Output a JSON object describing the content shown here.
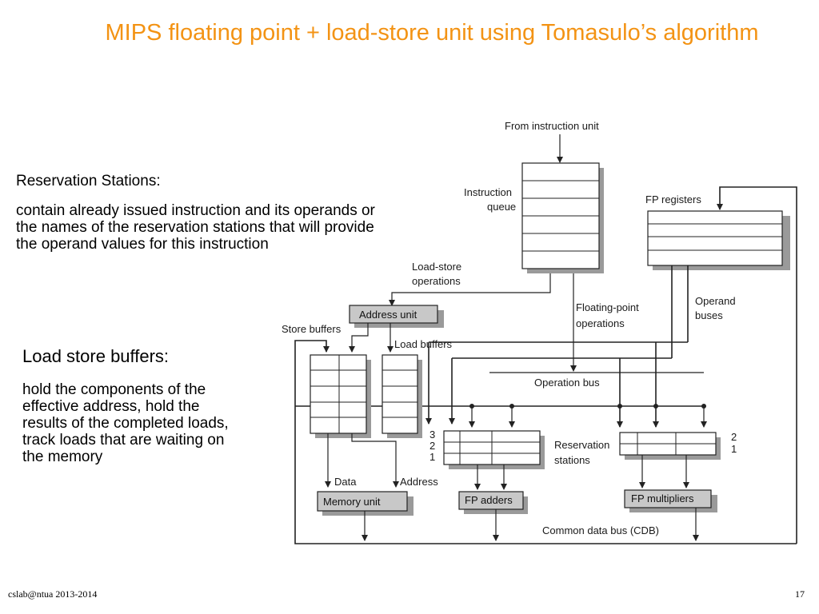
{
  "title": "MIPS floating point + load-store unit using Tomasulo’s algorithm",
  "reservation_stations": {
    "heading": "Reservation Stations:",
    "body": "contain already issued instruction and its operands or the names of the reservation stations that will provide the operand values for this instruction"
  },
  "load_store_buffers": {
    "heading": "Load store buffers:",
    "body": " hold the components of the effective address, hold the results of the completed loads, track loads that are waiting on the memory"
  },
  "diagram": {
    "from_instruction_unit": "From instruction unit",
    "instruction_queue_1": "Instruction",
    "instruction_queue_2": "queue",
    "fp_registers": "FP registers",
    "load_store_ops_1": "Load-store",
    "load_store_ops_2": "operations",
    "address_unit": "Address unit",
    "store_buffers": "Store buffers",
    "load_buffers": "Load buffers",
    "fp_ops_1": "Floating-point",
    "fp_ops_2": "operations",
    "operand_buses_1": "Operand",
    "operand_buses_2": "buses",
    "operation_bus": "Operation bus",
    "rs_1": "Reservation",
    "rs_2": "stations",
    "adder_rs_numbers": [
      "3",
      "2",
      "1"
    ],
    "mult_rs_numbers": [
      "2",
      "1"
    ],
    "data": "Data",
    "address": "Address",
    "memory_unit": "Memory unit",
    "fp_adders": "FP adders",
    "fp_multipliers": "FP multipliers",
    "cdb": "Common data bus (CDB)"
  },
  "footer": {
    "left": "cslab@ntua 2013-2014",
    "page": "17"
  },
  "colors": {
    "title": "#f39314",
    "unit_fill": "#c8c8c8",
    "shadow": "#9a9a9a"
  }
}
